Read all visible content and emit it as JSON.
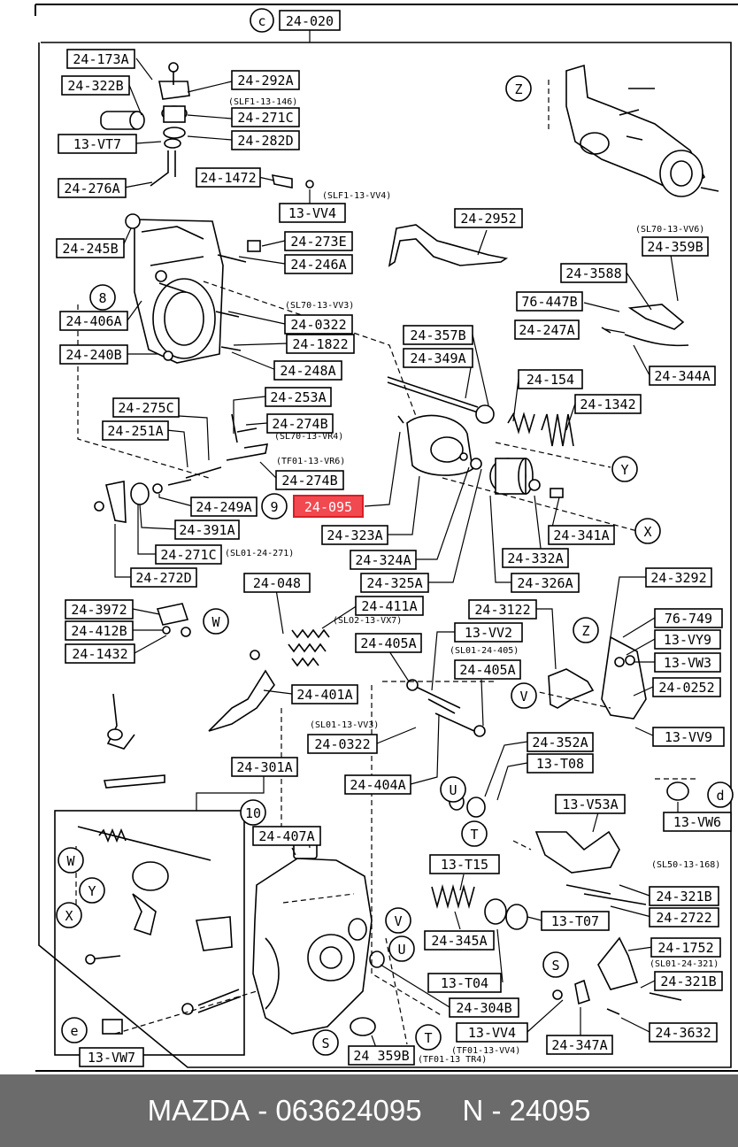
{
  "diagram": {
    "title_circle": "c",
    "title_label": "24-020",
    "highlight_label": "24-095",
    "labels": [
      "24-173A",
      "24-322B",
      "24-292A",
      "24-271C",
      "24-282D",
      "13-VT7",
      "24-276A",
      "24-1472",
      "13-VV4",
      "24-245B",
      "24-273E",
      "24-246A",
      "24-406A",
      "24-0322",
      "24-1822",
      "24-240B",
      "24-248A",
      "24-275C",
      "24-251A",
      "24-253A",
      "24-274B",
      "24-274B",
      "24-249A",
      "24-391A",
      "24-271C",
      "24-272D",
      "24-2952",
      "24-359B",
      "24-3588",
      "76-447B",
      "24-247A",
      "24-344A",
      "24-357B",
      "24-349A",
      "24-154",
      "24-1342",
      "24-323A",
      "24-324A",
      "24-325A",
      "24-326A",
      "24-332A",
      "24-341A",
      "24-048",
      "24-411A",
      "24-3972",
      "24-412B",
      "24-1432",
      "24-401A",
      "24-405A",
      "13-VV2",
      "24-405A",
      "24-3122",
      "24-3292",
      "76-749",
      "13-VY9",
      "13-VW3",
      "24-0252",
      "13-VV9",
      "24-0322",
      "24-352A",
      "13-T08",
      "24-404A",
      "24-301A",
      "24-407A",
      "13-V53A",
      "13-T15",
      "24-321B",
      "24-2722",
      "13-VW6",
      "24-345A",
      "13-T07",
      "24-1752",
      "24-321B",
      "13-T04",
      "24-304B",
      "24-3632",
      "13-VV4",
      "24-347A",
      "13-VW7",
      "24 359B"
    ],
    "refs": [
      "(SLF1-13-146)",
      "(SLF1-13-VV4)",
      "(SL70-13-VV6)",
      "(SL70-13-VV3)",
      "(SL70-13-VR4)",
      "(TF01-13-VR6)",
      "(SL01-24-271)",
      "(SLO2-13-VX7)",
      "(SL01-24-405)",
      "(SL01-13-VV3)",
      "(SL50-13-168)",
      "(SL01-24-321)",
      "(TF01-13-VV4)",
      "(TF01-13 TR4)"
    ],
    "circles": [
      "Z",
      "8",
      "Y",
      "9",
      "X",
      "W",
      "Z",
      "V",
      "U",
      "d",
      "T",
      "10",
      "W",
      "Y",
      "X",
      "V",
      "U",
      "S",
      "e",
      "S",
      "T"
    ]
  },
  "footer": {
    "brand": "MAZDA",
    "part_number": "063624095",
    "n_label": "N",
    "n_value": "24095"
  }
}
